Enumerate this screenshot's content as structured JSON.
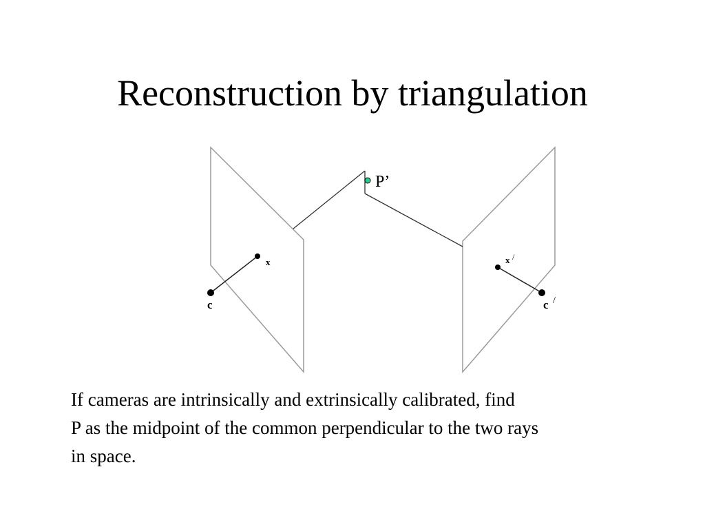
{
  "slide": {
    "title": "Reconstruction by triangulation"
  },
  "diagram": {
    "point_label": "P’",
    "left_camera_center_label": "c",
    "left_image_point_label": "x",
    "right_camera_center_label": "c",
    "right_camera_center_prime": "/",
    "right_image_point_label": "x",
    "right_image_point_prime": "/",
    "point_marker_color": "#2ecc8a"
  },
  "caption": {
    "lines": [
      "If cameras are intrinsically and extrinsically calibrated, find",
      "P as the midpoint of the common perpendicular to the two rays",
      "in space."
    ]
  }
}
